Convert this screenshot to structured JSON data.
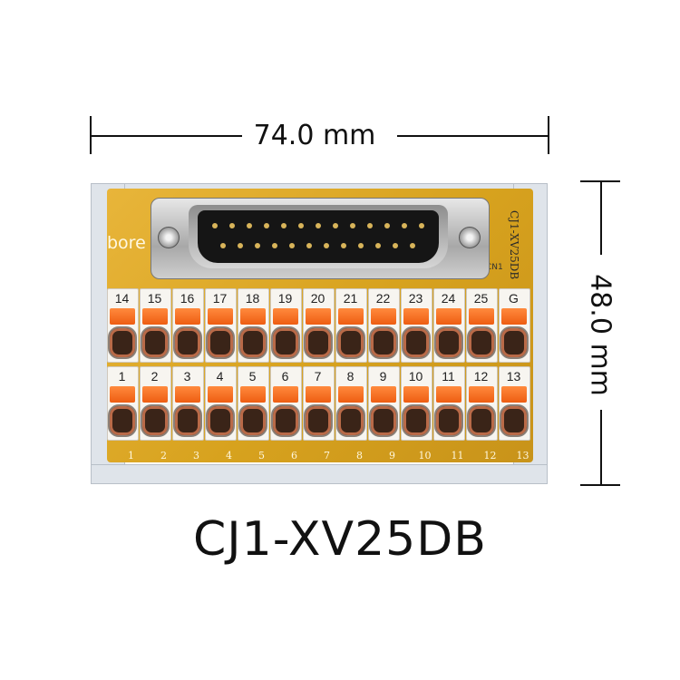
{
  "dimensions": {
    "width_label": "74.0 mm",
    "height_label": "48.0 mm"
  },
  "board": {
    "brand": "bore",
    "silkscreen_model": "CJ1-XV25DB",
    "connector_label": "CN1",
    "top_terminals": [
      "14",
      "15",
      "16",
      "17",
      "18",
      "19",
      "20",
      "21",
      "22",
      "23",
      "24",
      "25",
      "G"
    ],
    "bottom_terminals": [
      "1",
      "2",
      "3",
      "4",
      "5",
      "6",
      "7",
      "8",
      "9",
      "10",
      "11",
      "12",
      "13"
    ],
    "lever_color": "#f26a1b",
    "pcb_color": "#dba629"
  },
  "product_title": "CJ1-XV25DB"
}
